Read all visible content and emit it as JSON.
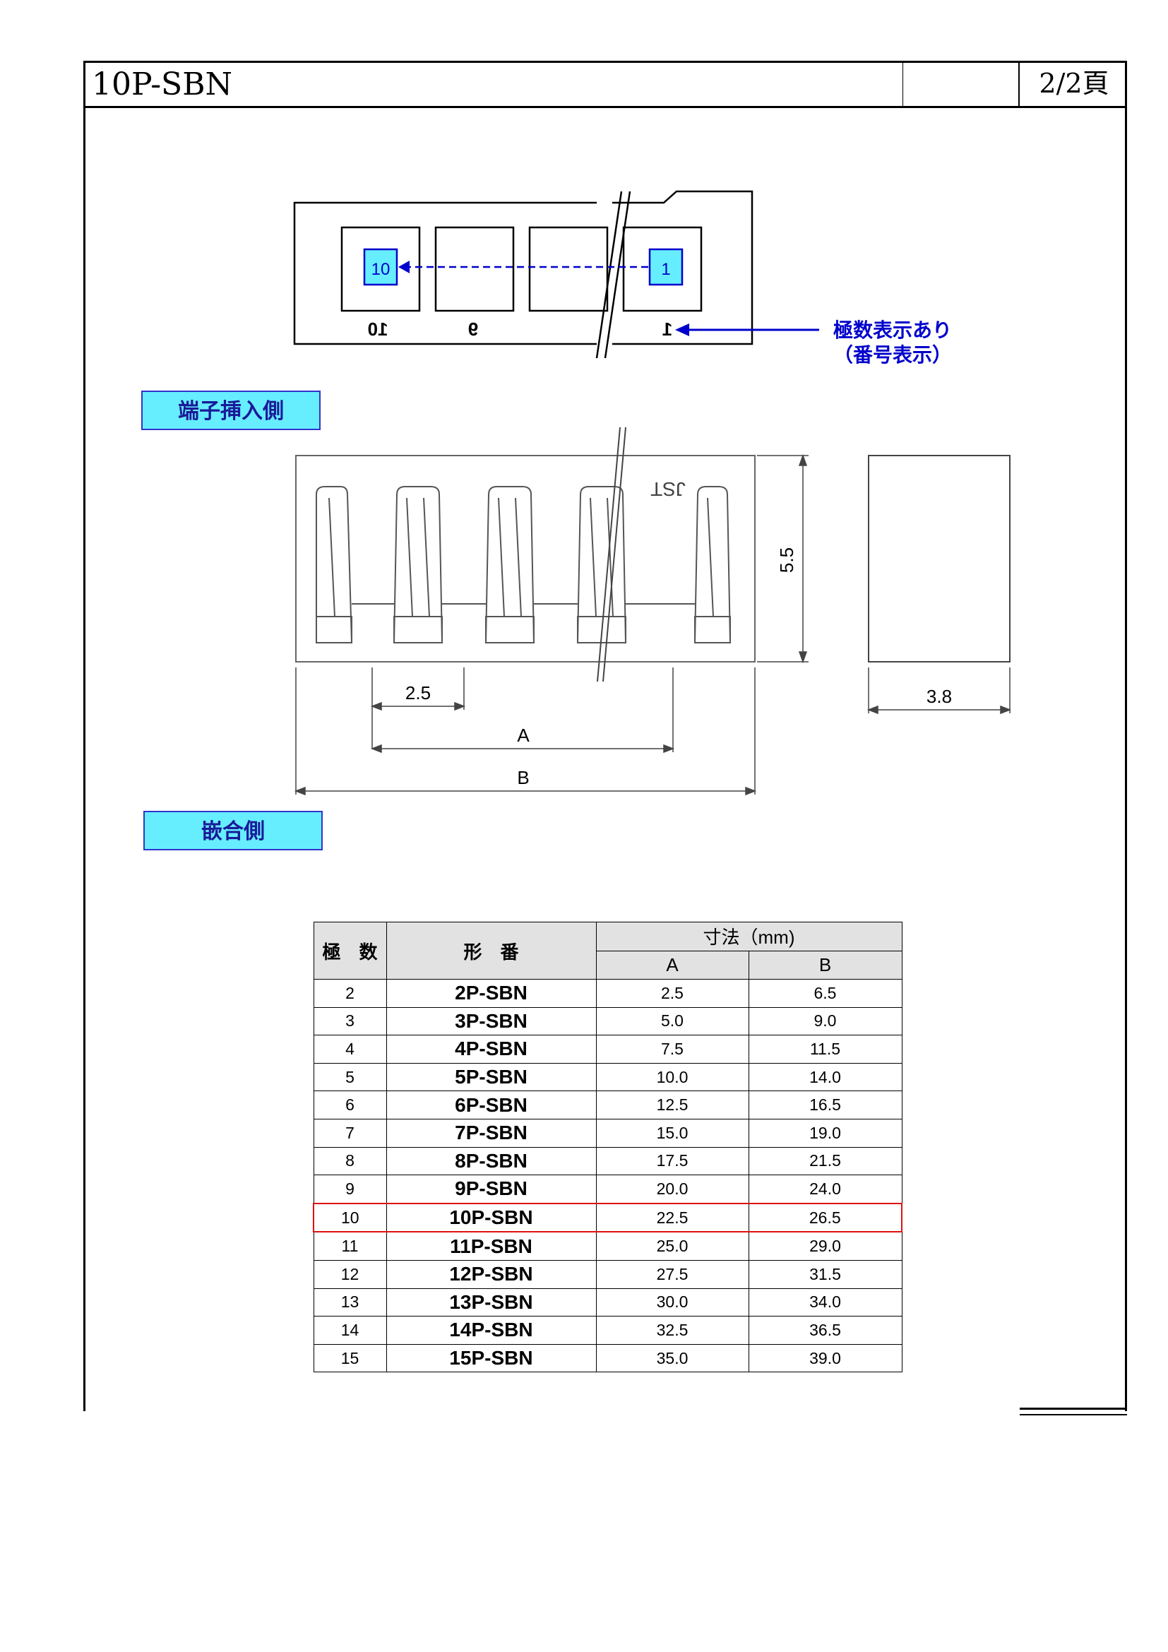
{
  "header": {
    "title": "10P-SBN",
    "page": "2/2頁"
  },
  "top_view": {
    "pin_left": "10",
    "pin_right": "1",
    "mark_10": "10",
    "mark_9": "9",
    "mark_1": "1",
    "note_line1": "極数表示あり",
    "note_line2": "（番号表示）"
  },
  "section1_label": "端子挿入側",
  "front_view": {
    "logo": "JST",
    "dim_height": "5.5",
    "dim_pitch": "2.5",
    "dim_a": "A",
    "dim_b": "B",
    "dim_depth": "3.8",
    "accent_color": "#0000cc",
    "label_fill": "#66eeff"
  },
  "section2_label": "嵌合側",
  "table": {
    "col_poles": "極　数",
    "col_model": "形　番",
    "col_dims": "寸法（mm)",
    "col_a": "A",
    "col_b": "B",
    "rows": [
      {
        "poles": "2",
        "model": "2P-SBN",
        "a": "2.5",
        "b": "6.5"
      },
      {
        "poles": "3",
        "model": "3P-SBN",
        "a": "5.0",
        "b": "9.0"
      },
      {
        "poles": "4",
        "model": "4P-SBN",
        "a": "7.5",
        "b": "11.5"
      },
      {
        "poles": "5",
        "model": "5P-SBN",
        "a": "10.0",
        "b": "14.0"
      },
      {
        "poles": "6",
        "model": "6P-SBN",
        "a": "12.5",
        "b": "16.5"
      },
      {
        "poles": "7",
        "model": "7P-SBN",
        "a": "15.0",
        "b": "19.0"
      },
      {
        "poles": "8",
        "model": "8P-SBN",
        "a": "17.5",
        "b": "21.5"
      },
      {
        "poles": "9",
        "model": "9P-SBN",
        "a": "20.0",
        "b": "24.0"
      },
      {
        "poles": "10",
        "model": "10P-SBN",
        "a": "22.5",
        "b": "26.5"
      },
      {
        "poles": "11",
        "model": "11P-SBN",
        "a": "25.0",
        "b": "29.0"
      },
      {
        "poles": "12",
        "model": "12P-SBN",
        "a": "27.5",
        "b": "31.5"
      },
      {
        "poles": "13",
        "model": "13P-SBN",
        "a": "30.0",
        "b": "34.0"
      },
      {
        "poles": "14",
        "model": "14P-SBN",
        "a": "32.5",
        "b": "36.5"
      },
      {
        "poles": "15",
        "model": "15P-SBN",
        "a": "35.0",
        "b": "39.0"
      }
    ],
    "highlight_color": "#dd1111"
  }
}
